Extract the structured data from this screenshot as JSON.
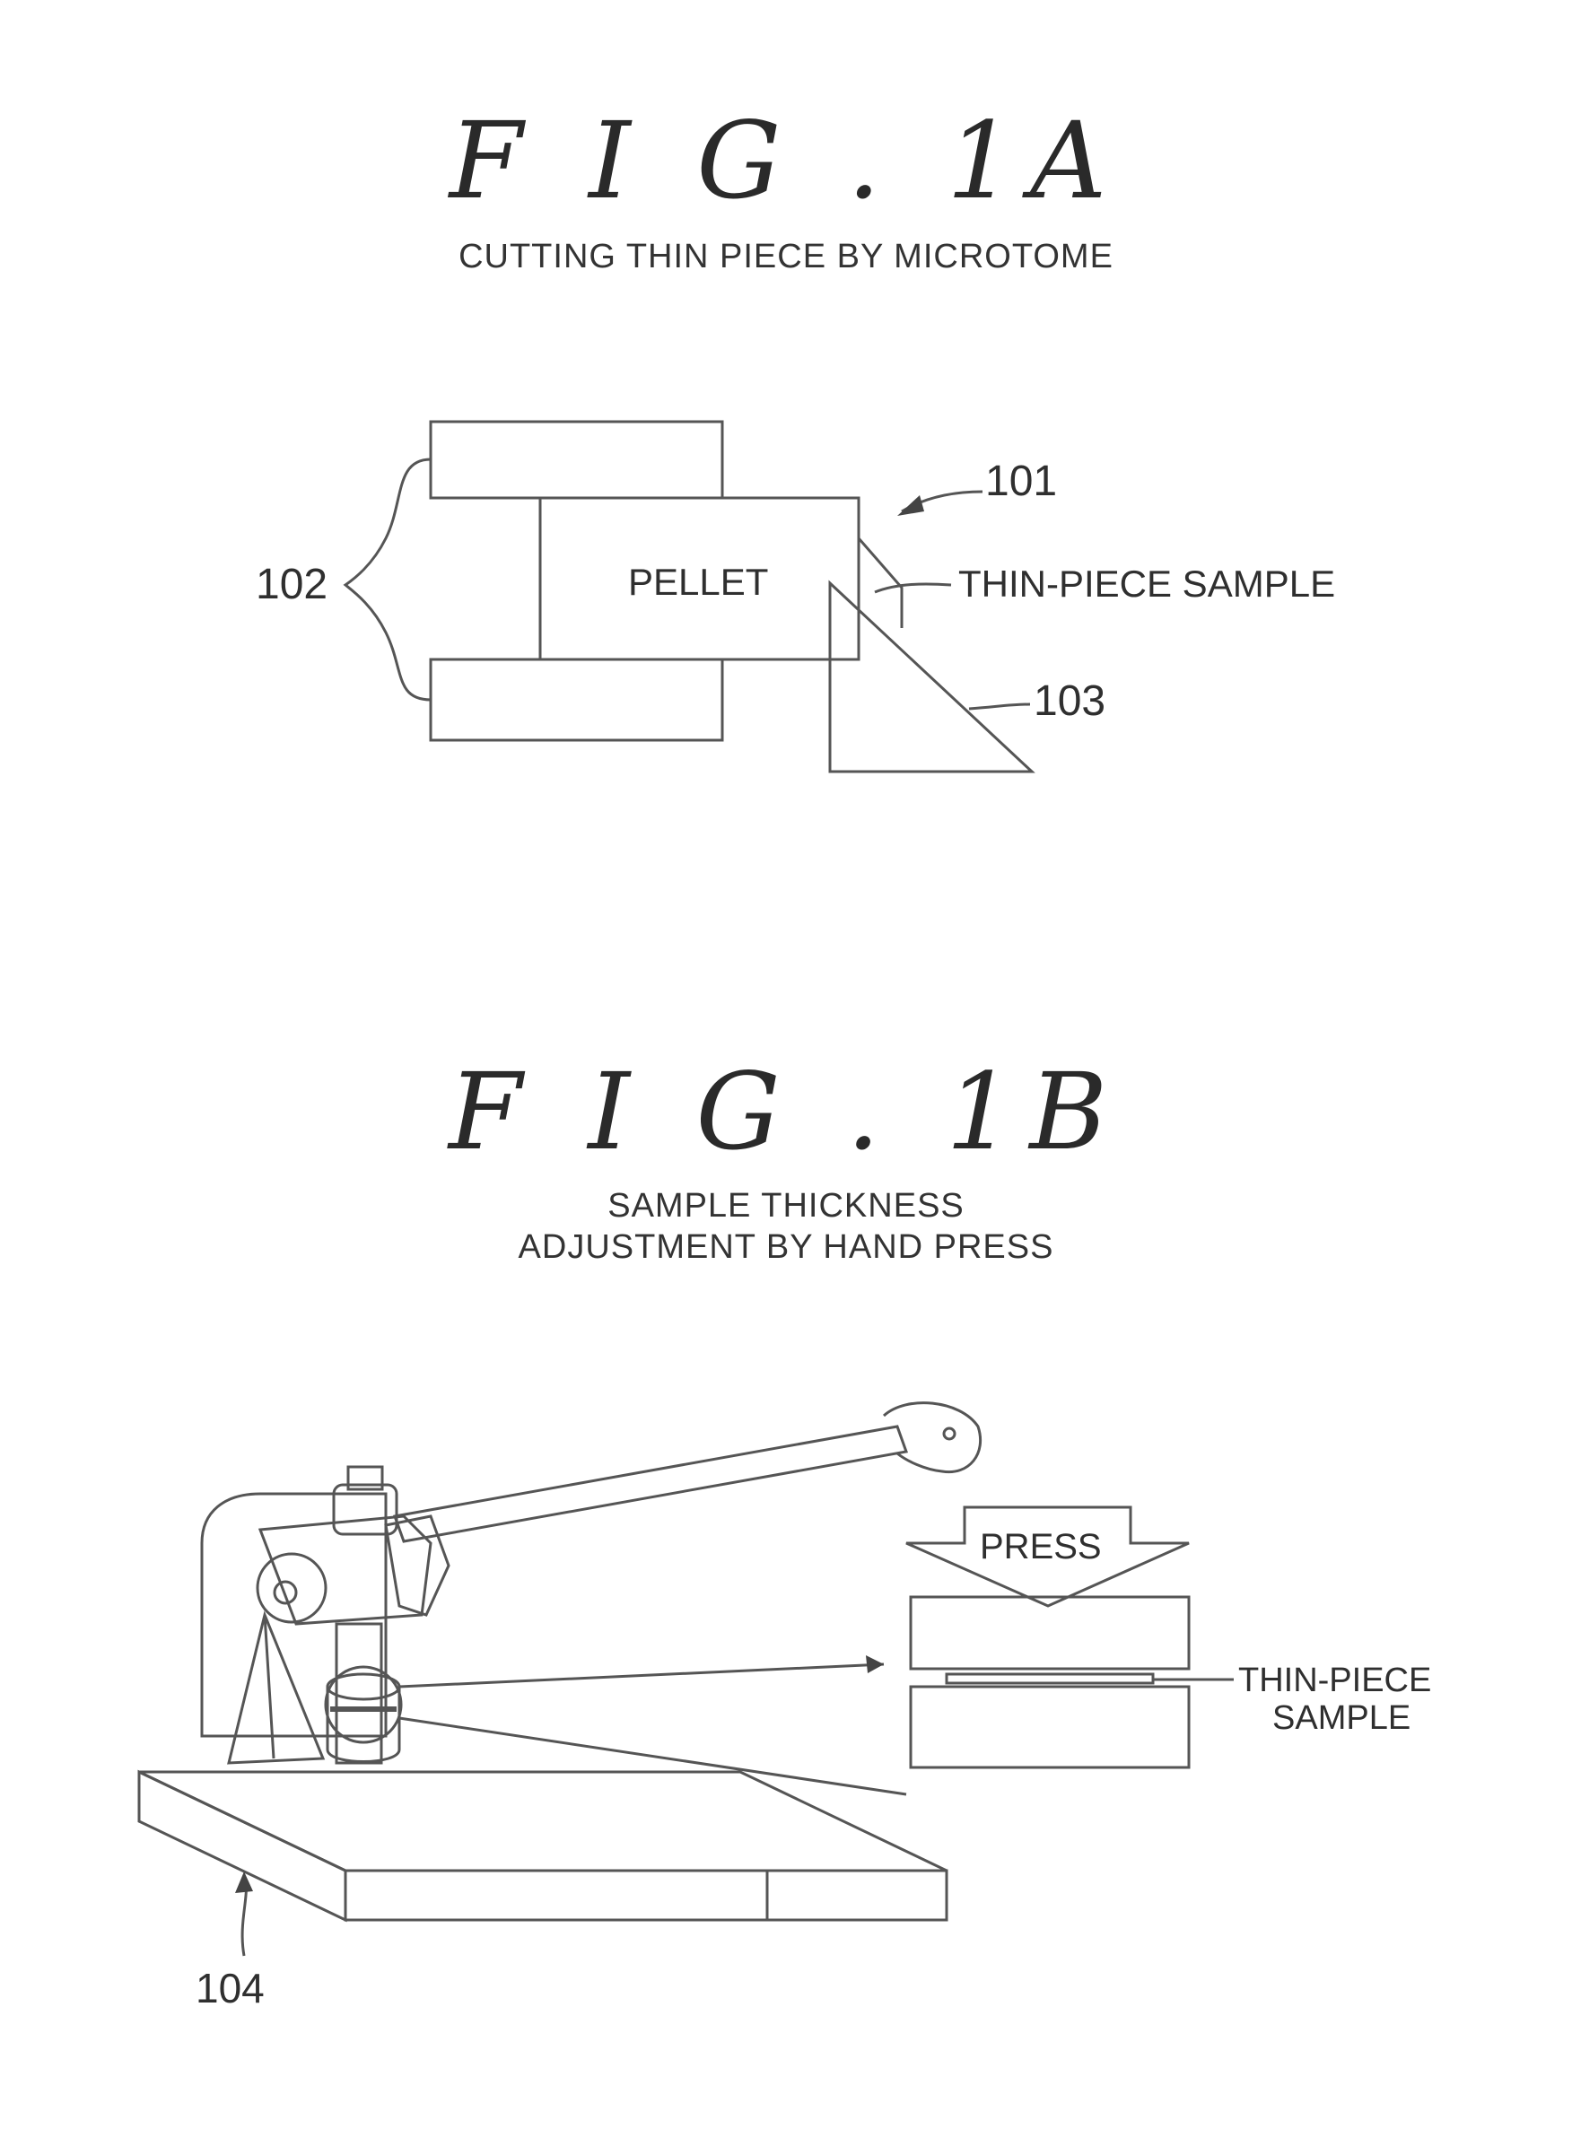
{
  "fig1a": {
    "title": "F I G . 1A",
    "caption": "CUTTING THIN PIECE BY MICROTOME",
    "labels": {
      "pellet": "PELLET",
      "thin_piece_sample": "THIN-PIECE SAMPLE",
      "ref_101": "101",
      "ref_102": "102",
      "ref_103": "103"
    }
  },
  "fig1b": {
    "title": "F I G . 1B",
    "caption_line1": "SAMPLE THICKNESS",
    "caption_line2": "ADJUSTMENT BY HAND PRESS",
    "labels": {
      "press": "PRESS",
      "thin_piece_line1": "THIN-PIECE",
      "thin_piece_line2": "SAMPLE",
      "ref_104": "104"
    }
  }
}
